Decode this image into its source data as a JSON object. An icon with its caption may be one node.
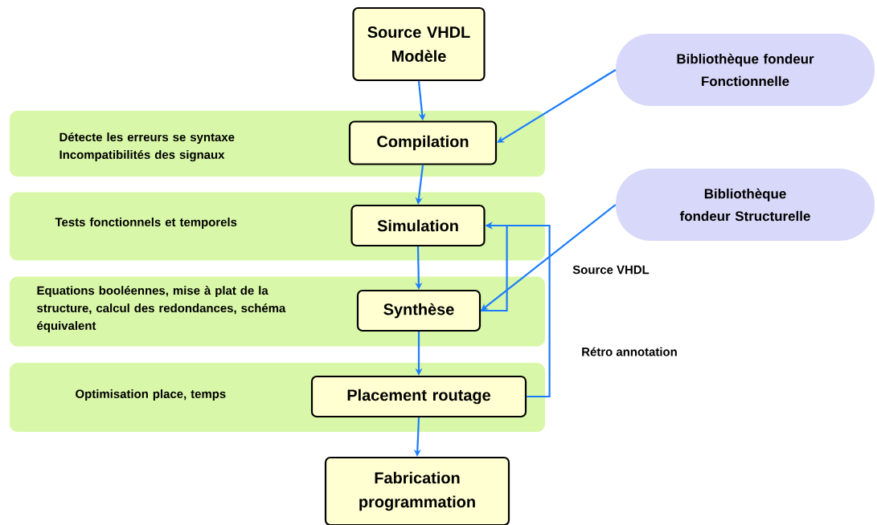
{
  "diagram": {
    "nodes": [
      {
        "text": [
          "Source VHDL Modèle"
        ]
      },
      {
        "text": [
          "Bibliothèque fondeur Fonctionnelle"
        ]
      },
      {
        "text": [
          "Détecte les erreurs se syntaxe Incompatibilités des signaux"
        ]
      },
      {
        "text": [
          "Compilation"
        ],
        "in": 2
      },
      {
        "text": [
          "Bibliothèque fondeur Structurelle"
        ]
      },
      {
        "text": [
          "Tests fonctionnels et temporels"
        ]
      },
      {
        "text": [
          "Simulation"
        ],
        "in": 5
      },
      {
        "text": [
          "Equations booléennes, mise à plat de la structure, calcul des redondances, schéma équivalent"
        ]
      },
      {
        "text": [
          "Synthèse"
        ],
        "in": 7
      },
      {
        "text": [
          "Optimisation place, temps"
        ]
      },
      {
        "text": [
          "Placement routage"
        ],
        "in": 9
      },
      {
        "text": [
          "Fabrication programmation"
        ]
      }
    ],
    "edges": [
      {
        "from": 0,
        "to": 3,
        "arrow": "to"
      },
      {
        "from": 1,
        "to": 3,
        "arrow": "to"
      },
      {
        "from": 3,
        "to": 6,
        "arrow": "to"
      },
      {
        "from": 4,
        "to": 8,
        "arrow": "to"
      },
      {
        "from": 6,
        "to": 8,
        "arrow": "to"
      },
      {
        "from": 8,
        "to": 6,
        "arrow": "to"
      },
      {
        "from": 8,
        "to": 10,
        "arrow": "to"
      },
      {
        "from": 10,
        "to": 6,
        "label": "Rétro annotation",
        "arrow": "to"
      },
      {
        "from": 10,
        "to": 11,
        "arrow": "to"
      }
    ],
    "labels": [
      "Source VHDL"
    ]
  }
}
